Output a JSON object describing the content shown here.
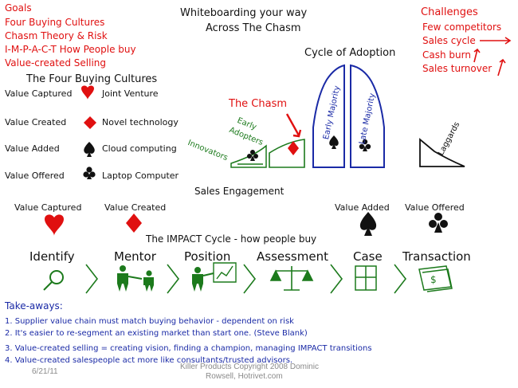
{
  "title": {
    "line1": "Whiteboarding your way",
    "line2": "Across The Chasm"
  },
  "goals": {
    "heading": "Goals",
    "items": [
      "Four Buying Cultures",
      "Chasm Theory & Risk",
      "I-M-P-A-C-T How People buy",
      "Value-created Selling"
    ]
  },
  "challenges": {
    "heading": "Challenges",
    "items": [
      "Few competitors",
      "Sales cycle",
      "Cash burn",
      "Sales turnover"
    ]
  },
  "cultures": {
    "heading": "The Four Buying Cultures",
    "rows": [
      {
        "label": "Value Captured",
        "icon": "heart-icon",
        "desc": "Joint Venture"
      },
      {
        "label": "Value Created",
        "icon": "diamond-icon",
        "desc": "Novel technology"
      },
      {
        "label": "Value Added",
        "icon": "spade-icon",
        "desc": "Cloud computing"
      },
      {
        "label": "Value Offered",
        "icon": "club-icon",
        "desc": "Laptop Computer"
      }
    ]
  },
  "adoption": {
    "heading": "Cycle of Adoption",
    "chasm": "The Chasm",
    "innovators": "Innovators",
    "early_adopters_1": "Early",
    "early_adopters_2": "Adopters",
    "early_majority": "Early Majority",
    "late_majority": "Late Majority",
    "laggards": "Laggards"
  },
  "engagement": {
    "heading": "Sales Engagement",
    "labels": [
      "Value Captured",
      "Value Created",
      "Value Added",
      "Value Offered"
    ]
  },
  "impact": {
    "heading": "The IMPACT Cycle - how people buy",
    "steps": [
      "Identify",
      "Mentor",
      "Position",
      "Assessment",
      "Case",
      "Transaction"
    ]
  },
  "takeaways": {
    "heading": "Take-aways:",
    "items": [
      "1. Supplier value chain must match buying behavior - dependent on risk",
      "2. It's easier to re-segment an existing market than start one. (Steve Blank)",
      "3. Value-created selling = creating vision, finding a champion, managing IMPACT transitions",
      "4. Value-created salespeople act more like consultants/trusted advisors."
    ]
  },
  "footer": {
    "date": "6/21/11",
    "copyright1": "Killer Products Copyright 2008 Dominic",
    "copyright2": "Rowsell, Hotrivet.com"
  },
  "colors": {
    "red": "#e01010",
    "green": "#1c7a1c",
    "blue": "#1a2aa6",
    "black": "#111111"
  }
}
